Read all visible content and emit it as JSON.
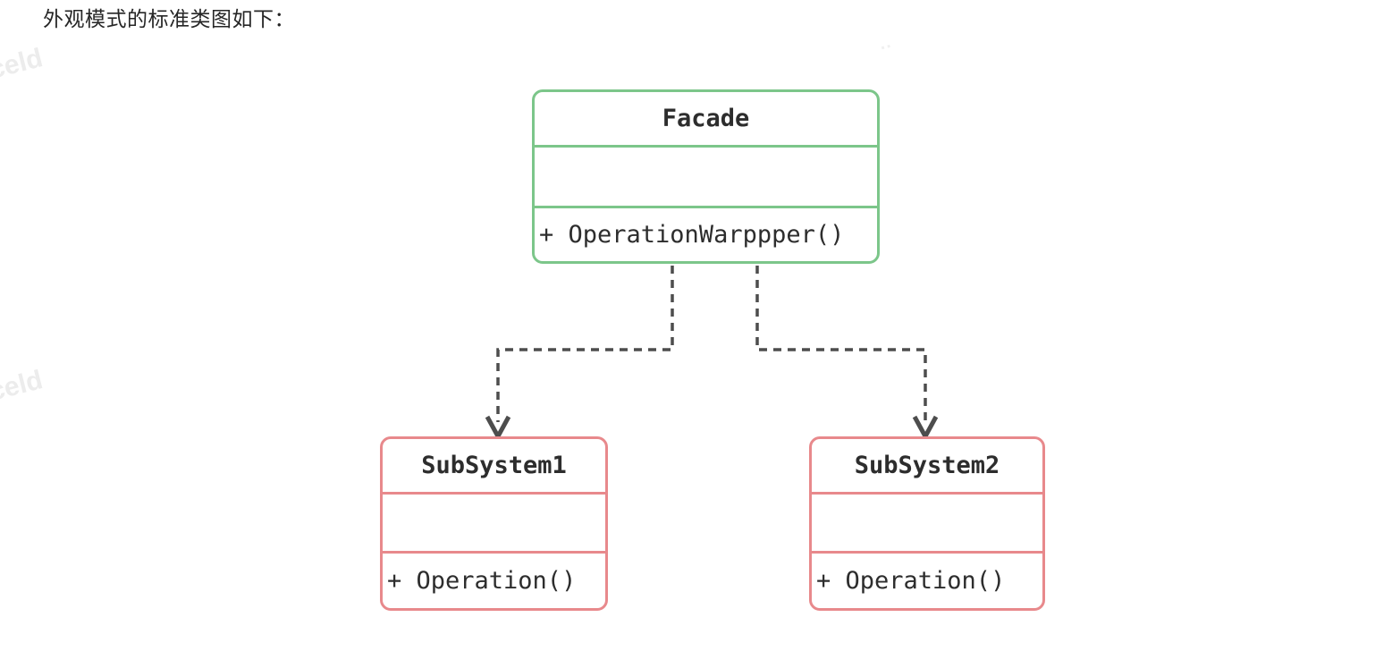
{
  "page": {
    "title": "外观模式的标准类图如下："
  },
  "watermarks": [
    {
      "text": "celd"
    },
    {
      "text": "celd"
    },
    {
      "text": "··"
    }
  ],
  "diagram": {
    "type": "uml-class-diagram",
    "pattern": "Facade",
    "classes": [
      {
        "id": "facade",
        "name": "Facade",
        "attributes": "",
        "methods": "+ OperationWarppper()",
        "border_color": "#7cc68a"
      },
      {
        "id": "subsystem1",
        "name": "SubSystem1",
        "attributes": "",
        "methods": "+ Operation()",
        "border_color": "#e8898c"
      },
      {
        "id": "subsystem2",
        "name": "SubSystem2",
        "attributes": "",
        "methods": "+ Operation()",
        "border_color": "#e8898c"
      }
    ],
    "connectors": [
      {
        "from": "Facade",
        "to": "SubSystem1",
        "line_style": "dashed",
        "arrow": "open-v"
      },
      {
        "from": "Facade",
        "to": "SubSystem2",
        "line_style": "dashed",
        "arrow": "open-v"
      }
    ],
    "colors": {
      "connector": "#4d4d4d",
      "text": "#2d2d2d",
      "facade_border": "#7cc68a",
      "subsystem_border": "#e8898c"
    }
  }
}
